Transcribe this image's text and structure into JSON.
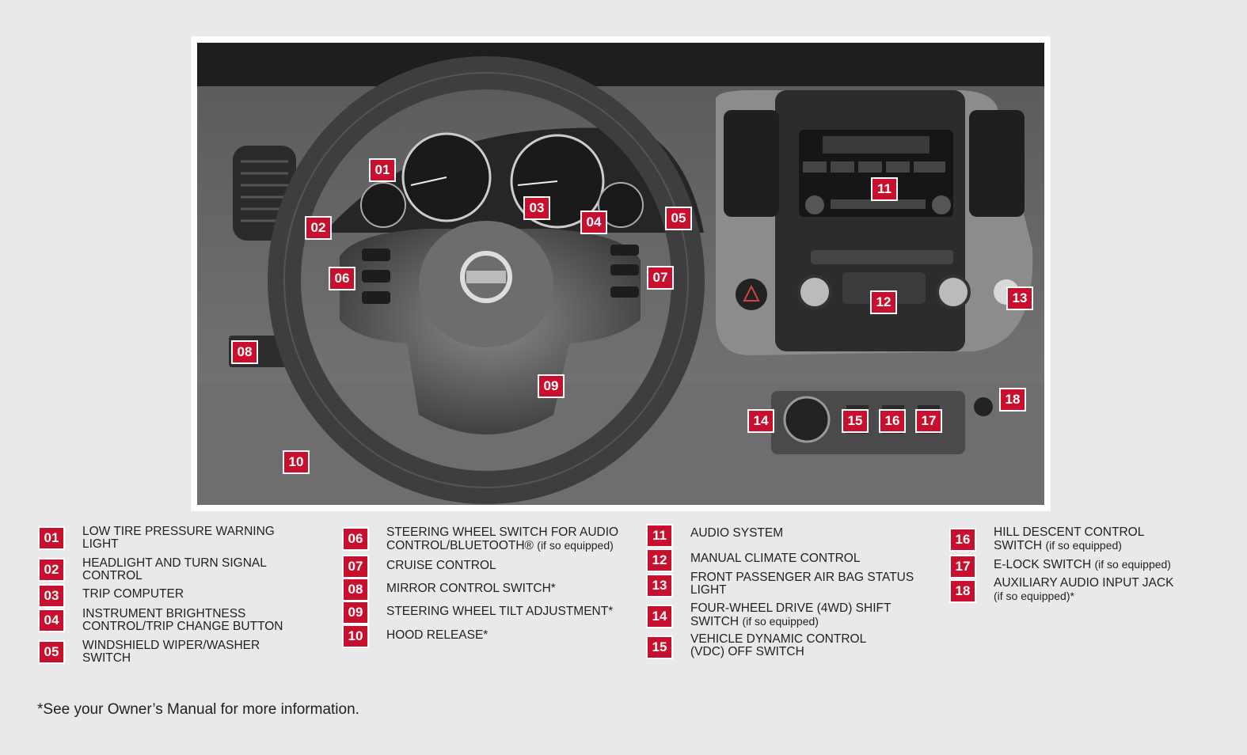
{
  "photo": {
    "alt": "",
    "callouts": [
      {
        "num": "01"
      },
      {
        "num": "02"
      },
      {
        "num": "03"
      },
      {
        "num": "04"
      },
      {
        "num": "05"
      },
      {
        "num": "06"
      },
      {
        "num": "07"
      },
      {
        "num": "08"
      },
      {
        "num": "09"
      },
      {
        "num": "10"
      },
      {
        "num": "11"
      },
      {
        "num": "12"
      },
      {
        "num": "13"
      },
      {
        "num": "14"
      },
      {
        "num": "15"
      },
      {
        "num": "16"
      },
      {
        "num": "17"
      },
      {
        "num": "18"
      }
    ]
  },
  "legend": [
    {
      "num": "01",
      "lines": [
        "LOW TIRE PRESSURE WARNING",
        "LIGHT"
      ],
      "note": ""
    },
    {
      "num": "02",
      "lines": [
        "HEADLIGHT AND TURN SIGNAL",
        "CONTROL"
      ],
      "note": ""
    },
    {
      "num": "03",
      "lines": [
        "TRIP COMPUTER"
      ],
      "note": ""
    },
    {
      "num": "04",
      "lines": [
        "INSTRUMENT BRIGHTNESS",
        "CONTROL/TRIP CHANGE BUTTON"
      ],
      "note": ""
    },
    {
      "num": "05",
      "lines": [
        "WINDSHIELD WIPER/WASHER",
        "SWITCH"
      ],
      "note": ""
    },
    {
      "num": "06",
      "lines": [
        "STEERING WHEEL SWITCH FOR AUDIO",
        "CONTROL/BLUETOOTH®"
      ],
      "note": "(if so equipped)"
    },
    {
      "num": "07",
      "lines": [
        "CRUISE CONTROL"
      ],
      "note": ""
    },
    {
      "num": "08",
      "lines": [
        "MIRROR CONTROL SWITCH*"
      ],
      "note": ""
    },
    {
      "num": "09",
      "lines": [
        "STEERING WHEEL TILT ADJUSTMENT*"
      ],
      "note": ""
    },
    {
      "num": "10",
      "lines": [
        "HOOD RELEASE*"
      ],
      "note": ""
    },
    {
      "num": "11",
      "lines": [
        "AUDIO SYSTEM"
      ],
      "note": ""
    },
    {
      "num": "12",
      "lines": [
        "MANUAL CLIMATE CONTROL"
      ],
      "note": ""
    },
    {
      "num": "13",
      "lines": [
        "FRONT PASSENGER AIR BAG STATUS",
        "LIGHT"
      ],
      "note": ""
    },
    {
      "num": "14",
      "lines": [
        "FOUR-WHEEL DRIVE (4WD) SHIFT",
        "SWITCH"
      ],
      "note": "(if so equipped)"
    },
    {
      "num": "15",
      "lines": [
        "VEHICLE DYNAMIC CONTROL",
        "(VDC) OFF SWITCH"
      ],
      "note": ""
    },
    {
      "num": "16",
      "lines": [
        "HILL DESCENT CONTROL",
        "SWITCH"
      ],
      "note": "(if so equipped)"
    },
    {
      "num": "17",
      "lines": [
        "E-LOCK SWITCH"
      ],
      "note": "(if so equipped)"
    },
    {
      "num": "18",
      "lines": [
        "AUXILIARY AUDIO INPUT JACK",
        ""
      ],
      "note": "(if so equipped)*"
    }
  ],
  "footnote": "*See your Owner’s Manual for more information.",
  "colors": {
    "accent": "#c8102e",
    "background": "#e8e9ea"
  }
}
